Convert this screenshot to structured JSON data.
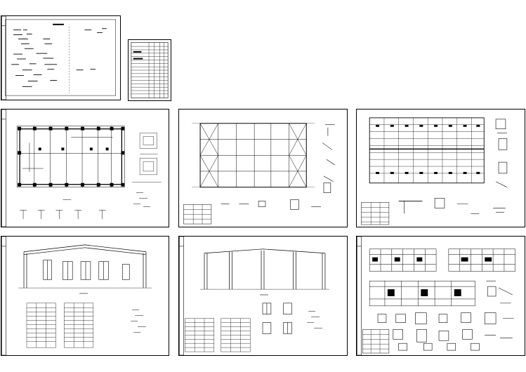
{
  "drawing_set": {
    "sheets": [
      {
        "id": "cover",
        "kind": "cover-notes"
      },
      {
        "id": "index",
        "kind": "drawing-index"
      },
      {
        "id": "foundation-plan",
        "kind": "plan-with-details"
      },
      {
        "id": "roof-bracing-plan",
        "kind": "plan-with-details"
      },
      {
        "id": "purlin-plan",
        "kind": "plan-with-details"
      },
      {
        "id": "frame-elevation-1",
        "kind": "elevation-with-tables"
      },
      {
        "id": "frame-elevation-2",
        "kind": "elevation-with-tables"
      },
      {
        "id": "elevations-and-details",
        "kind": "elevations-and-details"
      }
    ],
    "colors": {
      "line": "#000000",
      "paper": "#ffffff"
    }
  }
}
